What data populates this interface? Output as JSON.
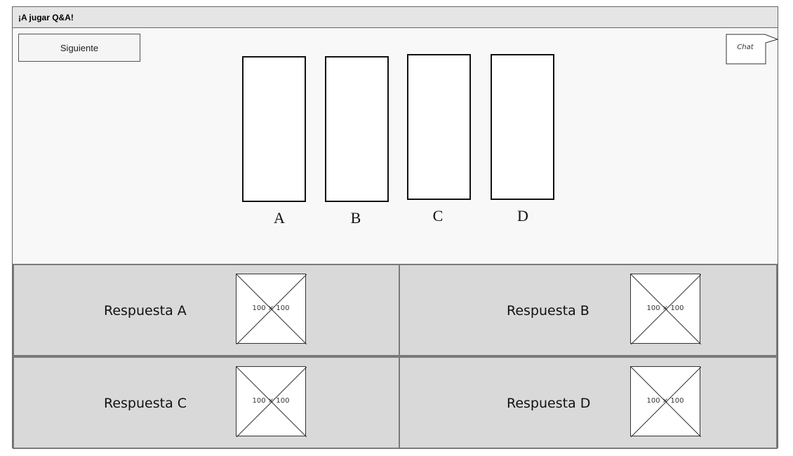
{
  "window": {
    "title": "¡A jugar Q&A!"
  },
  "toolbar": {
    "next_label": "Siguiente",
    "chat_label": "Chat"
  },
  "chart_data": {
    "type": "bar",
    "categories": [
      "A",
      "B",
      "C",
      "D"
    ],
    "values": [
      1,
      1,
      1,
      1
    ],
    "title": "",
    "xlabel": "",
    "ylabel": ""
  },
  "answers": [
    {
      "label": "Respuesta A",
      "image_text": "100 × 100"
    },
    {
      "label": "Respuesta B",
      "image_text": "100 × 100"
    },
    {
      "label": "Respuesta C",
      "image_text": "100 × 100"
    },
    {
      "label": "Respuesta D",
      "image_text": "100 × 100"
    }
  ]
}
